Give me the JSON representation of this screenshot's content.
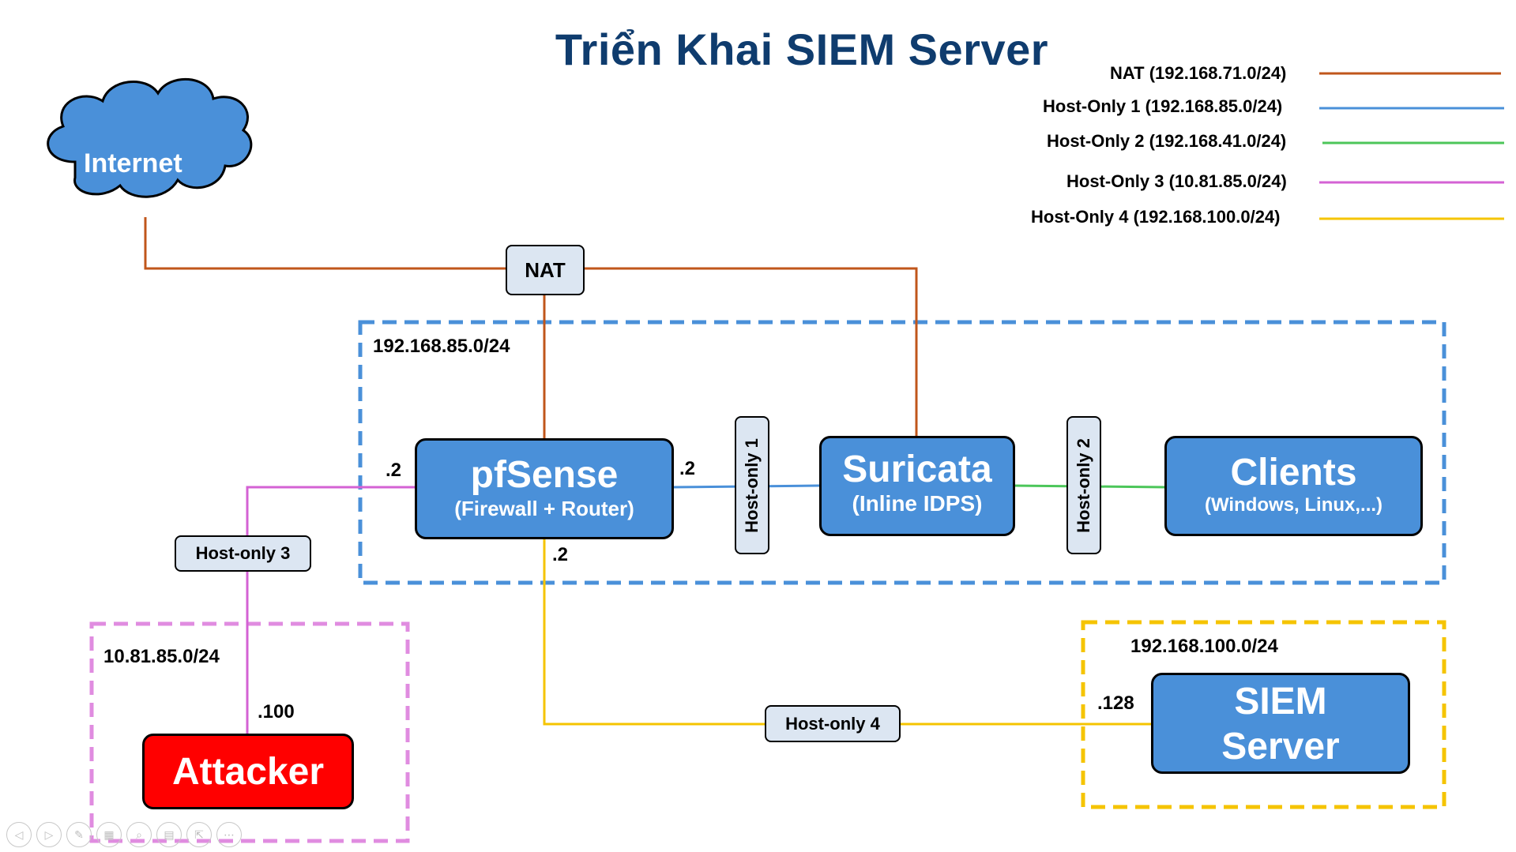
{
  "title": "Triển Khai SIEM Server",
  "legend": [
    {
      "label": "NAT (192.168.71.0/24)",
      "color": "#c0561b"
    },
    {
      "label": "Host-Only 1 (192.168.85.0/24)",
      "color": "#4a90d9"
    },
    {
      "label": "Host-Only 2 (192.168.41.0/24)",
      "color": "#4cc65a"
    },
    {
      "label": "Host-Only 3 (10.81.85.0/24)",
      "color": "#d462d4"
    },
    {
      "label": "Host-Only 4 (192.168.100.0/24)",
      "color": "#f5c400"
    }
  ],
  "nodes": {
    "internet": "Internet",
    "nat": "NAT",
    "pfsense": {
      "name": "pfSense",
      "sub": "(Firewall + Router)"
    },
    "suricata": {
      "name": "Suricata",
      "sub": "(Inline IDPS)"
    },
    "clients": {
      "name": "Clients",
      "sub": "(Windows, Linux,...)"
    },
    "attacker": "Attacker",
    "siem": {
      "line1": "SIEM",
      "line2": "Server"
    }
  },
  "links": {
    "host_only_1": "Host-only 1",
    "host_only_2": "Host-only 2",
    "host_only_3": "Host-only 3",
    "host_only_4": "Host-only 4"
  },
  "zones": {
    "lan": "192.168.85.0/24",
    "attacker_net": "10.81.85.0/24",
    "siem_net": "192.168.100.0/24"
  },
  "ips": {
    "pf_left": ".2",
    "pf_right": ".2",
    "pf_bottom": ".2",
    "attacker": ".100",
    "siem": ".128"
  },
  "colors": {
    "nat": "#c0561b",
    "host1": "#4a90d9",
    "host2": "#4cc65a",
    "host3": "#d462d4",
    "host4": "#f5c400",
    "node_blue": "#4a90d9",
    "attacker_red": "#ff0000",
    "title": "#0f3c6e"
  },
  "nav_icons": [
    "back-icon",
    "forward-icon",
    "pen-icon",
    "slides-icon",
    "zoom-icon",
    "subtitles-icon",
    "pointer-icon",
    "more-icon"
  ]
}
